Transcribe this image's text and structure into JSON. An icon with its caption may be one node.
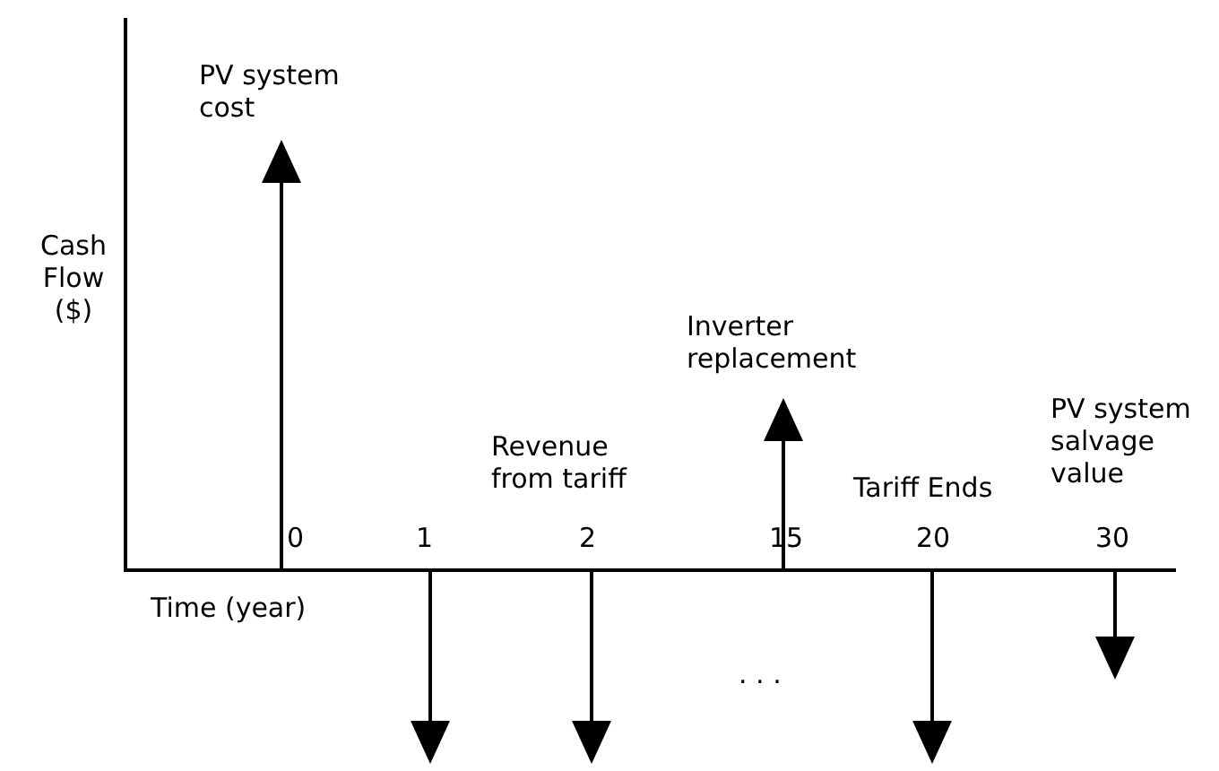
{
  "diagram": {
    "labels": [
      "PV system cost",
      "Cash Flow ($)",
      "Inverter replacement",
      "Revenue from tariff",
      "PV system salvage value",
      "Tariff Ends",
      "0",
      "1",
      "2",
      "15",
      "20",
      "30",
      "Time (year)",
      ". . ."
    ]
  }
}
